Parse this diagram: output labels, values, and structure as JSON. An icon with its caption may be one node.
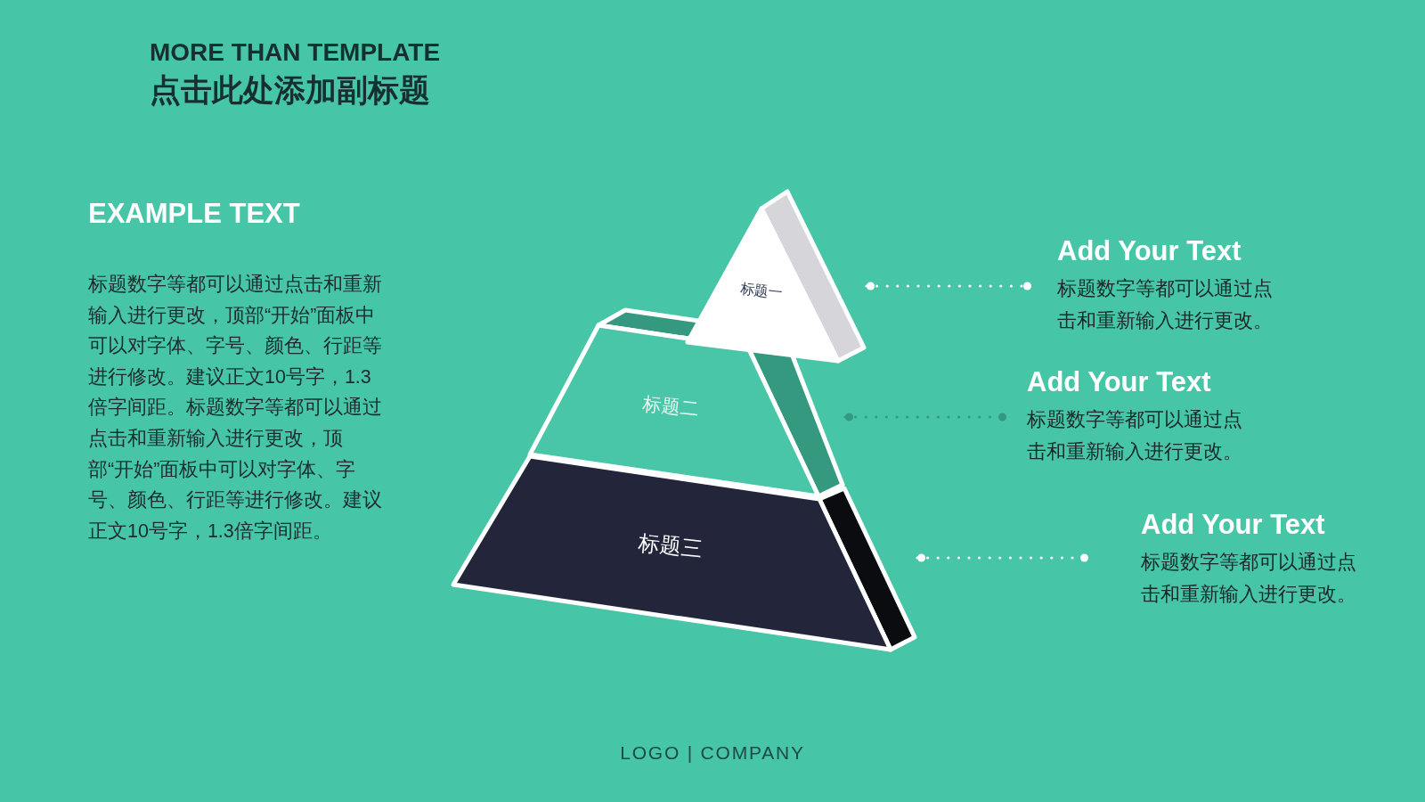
{
  "diagram": {
    "title": "MORE THAN TEMPLATE",
    "nodes": [
      {
        "text": [
          "标题一"
        ]
      },
      {
        "text": [
          "标题二"
        ]
      },
      {
        "text": [
          "标题三"
        ]
      },
      {
        "text": [
          "Add Your Text",
          "标题数字等都可以通过点击和重新输入进行更改。"
        ]
      },
      {
        "text": [
          "Add Your Text",
          "标题数字等都可以通过点击和重新输入进行更改。"
        ]
      },
      {
        "text": [
          "Add Your Text",
          "标题数字等都可以通过点击和重新输入进行更改。"
        ]
      }
    ],
    "edges": [
      {
        "from": 0,
        "to": 3,
        "arrow": "other",
        "style": "dashed"
      },
      {
        "from": 1,
        "to": 4,
        "arrow": "other",
        "style": "dashed",
        "color": "#35997f"
      },
      {
        "from": 2,
        "to": 5,
        "arrow": "other",
        "style": "dashed"
      }
    ],
    "labels": [
      "点击此处添加副标题",
      "EXAMPLE TEXT",
      "标题数字等都可以通过点击和重新输入进行更改，顶部“开始”面板中可以对字体、字号、颜色、行距等进行修改。建议正文10号字，1.3倍字间距。标题数字等都可以通过点击和重新输入进行更改，顶部“开始”面板中可以对字体、字号、颜色、行距等进行修改。建议正文10号字，1.3倍字间距。",
      "LOGO | COMPANY"
    ]
  }
}
